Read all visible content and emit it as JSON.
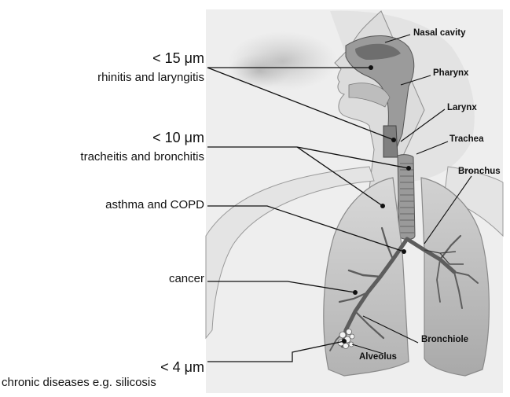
{
  "left_labels": {
    "size_15": "< 15  μm",
    "rhinitis": "rhinitis and laryngitis",
    "size_10": "< 10  μm",
    "tracheitis": "tracheitis  and bronchitis",
    "asthma": "asthma and COPD",
    "cancer": "cancer",
    "size_4": "< 4  μm",
    "chronic": "chronic diseases e.g. silicosis"
  },
  "anatomy_labels": {
    "nasal_cavity": "Nasal cavity",
    "pharynx": "Pharynx",
    "larynx": "Larynx",
    "trachea": "Trachea",
    "bronchus": "Bronchus",
    "bronchiole": "Bronchiole",
    "alveolus": "Alveolus"
  }
}
